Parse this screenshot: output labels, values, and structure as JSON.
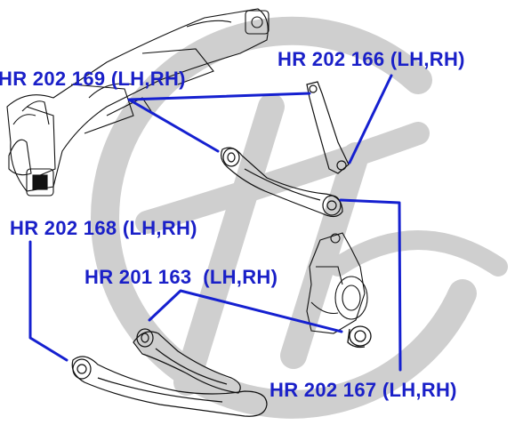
{
  "labels": {
    "hr_202_169": "HR 202 169 (LH,RH)",
    "hr_202_166": "HR 202 166 (LH,RH)",
    "hr_202_168": "HR 202 168 (LH,RH)",
    "hr_201_163": "HR 201 163  (LH,RH)",
    "hr_202_167": "HR 202 167 (LH,RH)"
  },
  "colors": {
    "label_blue": "#1a20c8",
    "leader_blue": "#1520d0",
    "watermark_gray": "#cfcfcf",
    "sketch_black": "#111111"
  },
  "watermark": {
    "shape": "circled-H logo"
  }
}
